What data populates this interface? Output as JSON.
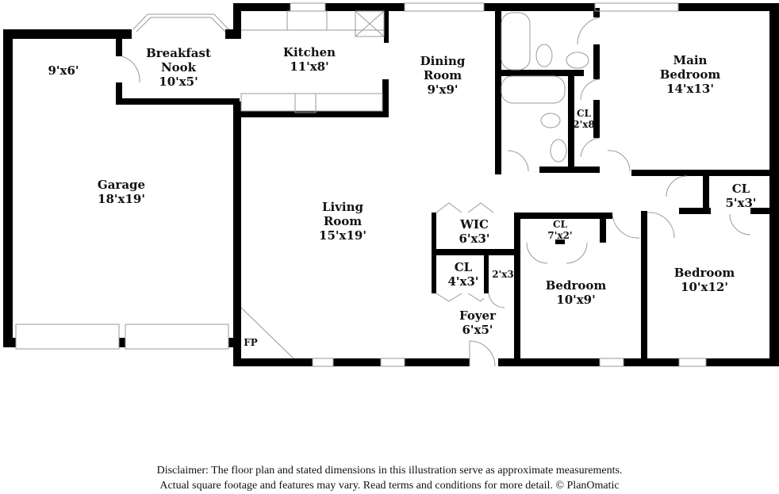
{
  "rooms": [
    {
      "id": "garage-ext",
      "name": "",
      "dims": "9'x6'"
    },
    {
      "id": "breakfast-nook",
      "name": "Breakfast Nook",
      "dims": "10'x5'"
    },
    {
      "id": "kitchen",
      "name": "Kitchen",
      "dims": "11'x8'"
    },
    {
      "id": "dining-room",
      "name": "Dining Room",
      "dims": "9'x9'"
    },
    {
      "id": "main-bedroom",
      "name": "Main Bedroom",
      "dims": "14'x13'"
    },
    {
      "id": "main-closet",
      "name": "CL",
      "dims": "2'x8"
    },
    {
      "id": "garage",
      "name": "Garage",
      "dims": "18'x19'"
    },
    {
      "id": "living-room",
      "name": "Living Room",
      "dims": "15'x19'"
    },
    {
      "id": "wic",
      "name": "WIC",
      "dims": "6'x3'"
    },
    {
      "id": "closet-foyer",
      "name": "CL",
      "dims": "4'x3'"
    },
    {
      "id": "closet-small",
      "name": "",
      "dims": "2'x3"
    },
    {
      "id": "foyer",
      "name": "Foyer",
      "dims": "6'x5'"
    },
    {
      "id": "bedroom-closet",
      "name": "CL",
      "dims": "7'x2'"
    },
    {
      "id": "bedroom-2",
      "name": "Bedroom",
      "dims": "10'x9'"
    },
    {
      "id": "hall-closet",
      "name": "CL",
      "dims": "5'x3'"
    },
    {
      "id": "bedroom-3",
      "name": "Bedroom",
      "dims": "10'x12'"
    },
    {
      "id": "fireplace",
      "name": "FP",
      "dims": ""
    }
  ],
  "disclaimer": {
    "line1": "Disclaimer: The floor plan and stated dimensions in this illustration serve as approximate measurements.",
    "line2": "Actual square footage and features may vary. Read terms and conditions for more detail. © PlanOmatic"
  },
  "colors": {
    "wall": "#000000",
    "fixture": "#9a9a9a",
    "background": "#ffffff"
  }
}
